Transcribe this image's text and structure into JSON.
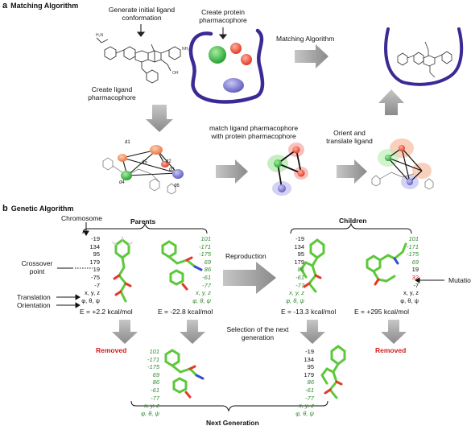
{
  "section_a": {
    "letter": "a",
    "title": "Matching Algorithm",
    "labels": {
      "generate": "Generate initial ligand conformation",
      "create_protein": "Create protein pharmacophore",
      "matching": "Matching Algorithm",
      "create_ligand": "Create ligand pharmacophore",
      "match": "match ligand pharmacophore with protein pharmacophore",
      "orient": "Orient and translate ligand"
    },
    "atom_labels": [
      "d1",
      "d2",
      "d3",
      "d4",
      "d5",
      "d6"
    ]
  },
  "section_b": {
    "letter": "b",
    "title": "Genetic Algorithm",
    "chromosome": "Chromosome",
    "parents": "Parents",
    "children": "Children",
    "crossover": "Crossover point",
    "translation": "Translation",
    "orientation": "Orientation",
    "reproduction": "Reproduction",
    "mutation": "Mutation",
    "selection": "Selection of the next generation",
    "removed": "Removed",
    "next_generation": "Next Generation",
    "xyz": "x, y, z",
    "angles": "φ, θ, ψ",
    "parent1_values": [
      "-19",
      "134",
      "95",
      "179",
      "19",
      "-75",
      "-7"
    ],
    "parent2_values": [
      "101",
      "-171",
      "-175",
      "69",
      "86",
      "-61",
      "-77"
    ],
    "child1_values": [
      "-19",
      "134",
      "95",
      "179",
      "86",
      "-61",
      "-77"
    ],
    "child2_values": [
      "101",
      "-171",
      "-175",
      "69",
      "19",
      "32",
      "-7"
    ],
    "next1_values": [
      "101",
      "-171",
      "-175",
      "69",
      "86",
      "-61",
      "-77"
    ],
    "next2_values": [
      "-19",
      "134",
      "95",
      "179",
      "86",
      "-61",
      "-77"
    ],
    "energies": [
      "E = +2.2 kcal/mol",
      "E = -22.8 kcal/mol",
      "E = -13.3 kcal/mol",
      "E = +295 kcal/mol"
    ],
    "colors": {
      "green_values": "#2e8b2e",
      "mutation": "#d11a1a",
      "removed": "#d21a1a"
    }
  }
}
